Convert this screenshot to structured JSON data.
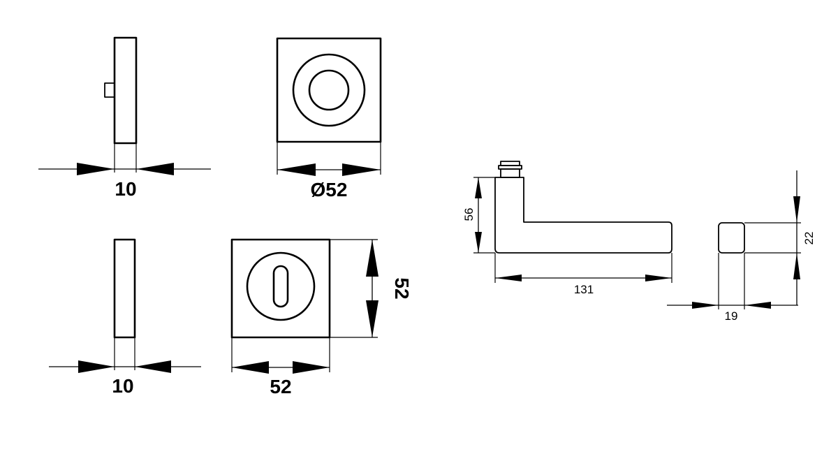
{
  "colors": {
    "line": "#000000",
    "background": "#ffffff"
  },
  "dimensions": {
    "rose_thickness": "10",
    "rose_diameter": "Ø52",
    "escutcheon_thickness": "10",
    "escutcheon_width": "52",
    "escutcheon_height": "52",
    "handle_height": "56",
    "handle_length": "131",
    "grip_height": "22",
    "grip_width": "19"
  }
}
